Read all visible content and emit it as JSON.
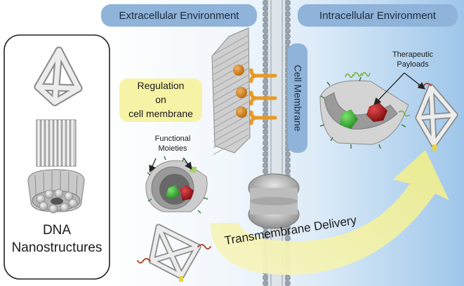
{
  "headers": {
    "extracellular": "Extracellular Environment",
    "intracellular": "Intracellular Environment"
  },
  "membrane_label": "Cell Membrane",
  "regulation_lines": [
    "Regulation",
    "on",
    "cell membrane"
  ],
  "functional_lines": [
    "Functional",
    "Moieties"
  ],
  "therapeutic_lines": [
    "Therapeutic",
    "Payloads"
  ],
  "dna_lines": [
    "DNA",
    "Nanostructures"
  ],
  "delivery_label": "Transmembrane Delivery",
  "colors": {
    "header_bg": "#8fb3d9",
    "label_bg": "#f7f3a6",
    "arrow": "#f1f0a0",
    "intracellular_blue": "#9ec6ea",
    "membrane_receptor": "#e89a22",
    "payload_green": "#3ec13a",
    "payload_red": "#b3161b"
  }
}
